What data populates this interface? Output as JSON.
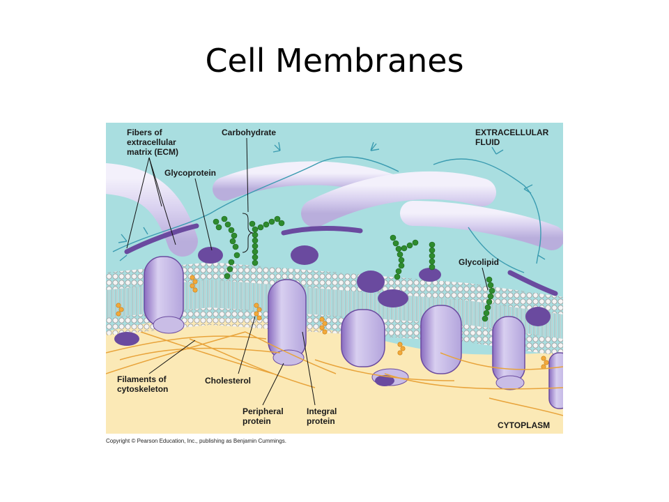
{
  "slide": {
    "title": "Cell Membranes"
  },
  "figure": {
    "labels": {
      "fibers_ecm": [
        "Fibers of",
        "extracellular",
        "matrix (ECM)"
      ],
      "carbohydrate": "Carbohydrate",
      "glycoprotein": "Glycoprotein",
      "extracellular_fluid": [
        "EXTRACELLULAR",
        "FLUID"
      ],
      "glycolipid": "Glycolipid",
      "filaments": [
        "Filaments of",
        "cytoskeleton"
      ],
      "cholesterol": "Cholesterol",
      "peripheral_protein": [
        "Peripheral",
        "protein"
      ],
      "integral_protein": [
        "Integral",
        "protein"
      ],
      "cytoplasm": "CYTOPLASM"
    },
    "colors": {
      "extracellular_fluid": "#a9dee0",
      "cytoplasm": "#fbe9b6",
      "protein": "#c9bde6",
      "protein_dark": "#6a4a9f",
      "carbohydrate": "#2e8b2e",
      "cholesterol": "#f2a93b",
      "filament": "#e8a33a",
      "ecm_fiber": "#d9d2ee"
    }
  },
  "copyright": "Copyright © Pearson Education, Inc., publishing as Benjamin Cummings."
}
